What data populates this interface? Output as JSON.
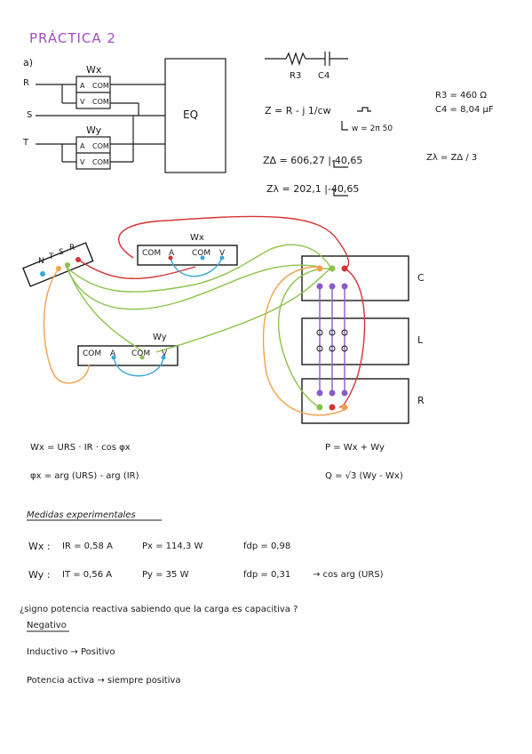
{
  "title": "PRÁCTICA 2",
  "section_a": "a)",
  "schematic": {
    "wx": "Wx",
    "wy": "Wy",
    "r": "R",
    "s": "S",
    "t": "T",
    "a": "A",
    "v": "V",
    "com": "COM",
    "eq": "EQ"
  },
  "impedance": {
    "r3_label": "R3",
    "c4_label": "C4",
    "z_formula": "Z = R - j 1/cw",
    "omega": "w = 2π 50",
    "r3_value": "R3 = 460 Ω",
    "c4_value": "C4 = 8,04 μF",
    "z_delta": "ZΔ = 606,27 |-40,65",
    "z_lambda": "Zλ = 202,1 |-40,65",
    "z_lambda_eq": "Zλ = ZΔ / 3"
  },
  "wiring": {
    "terminal_labels": [
      "N",
      "T",
      "S",
      "R"
    ],
    "wx": "Wx",
    "wy": "Wy",
    "com": "COM",
    "a": "A",
    "v": "V",
    "c": "C",
    "l": "L",
    "r": "R"
  },
  "formulas": {
    "wx": "Wx = URS · IR · cos φx",
    "phi": "φx = arg (URS) - arg (IR)",
    "p": "P = Wx + Wy",
    "q": "Q = √3 (Wy - Wx)"
  },
  "measurements": {
    "heading": "Medidas experimentales",
    "row1": {
      "name": "Wx :",
      "current": "IR = 0,58 A",
      "power": "Px = 114,3 W",
      "fdp": "fdp = 0,98"
    },
    "row2": {
      "name": "Wy :",
      "current": "IT = 0,56 A",
      "power": "Py = 35 W",
      "fdp": "fdp = 0,31",
      "note": "→ cos arg (URS)"
    }
  },
  "question": "¿signo potencia reactiva sabiendo que la carga es capacitiva ?",
  "answer": "Negativo",
  "line1": "Inductivo → Positivo",
  "line2": "Potencia activa → siempre positiva"
}
